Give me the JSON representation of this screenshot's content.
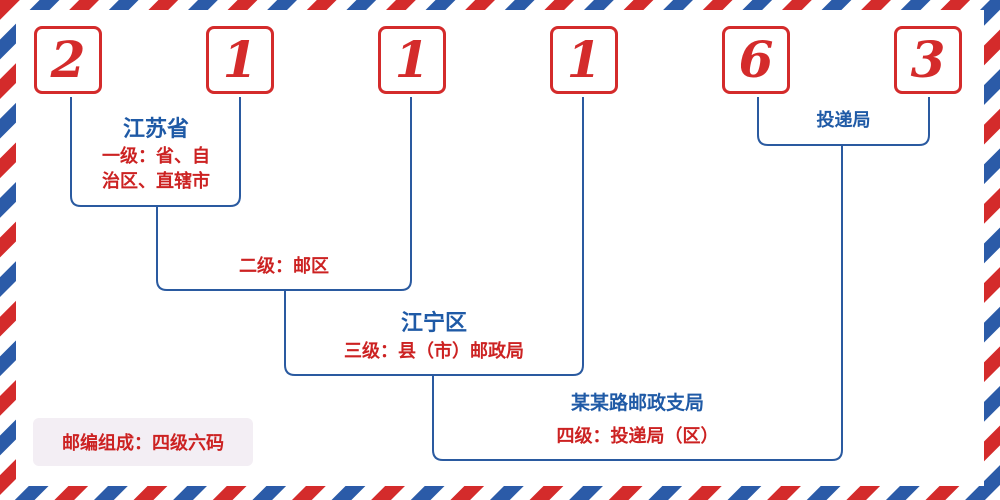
{
  "digits": [
    "2",
    "1",
    "1",
    "1",
    "6",
    "3"
  ],
  "levels": {
    "level1": {
      "name": "江苏省",
      "desc_line1": "一级：省、自",
      "desc_line2": "治区、直辖市"
    },
    "level2": {
      "desc": "二级：邮区"
    },
    "level3": {
      "name": "江宁区",
      "desc": "三级：县（市）邮政局"
    },
    "level4": {
      "name": "某某路邮政支局",
      "desc": "四级：投递局（区）"
    },
    "delivery": {
      "name": "投递局"
    }
  },
  "legend": "邮编组成：四级六码",
  "colors": {
    "red": "#d42b2b",
    "blue": "#1f5aa6",
    "line": "#2a5aa0",
    "legend_bg": "#f3eef4"
  }
}
